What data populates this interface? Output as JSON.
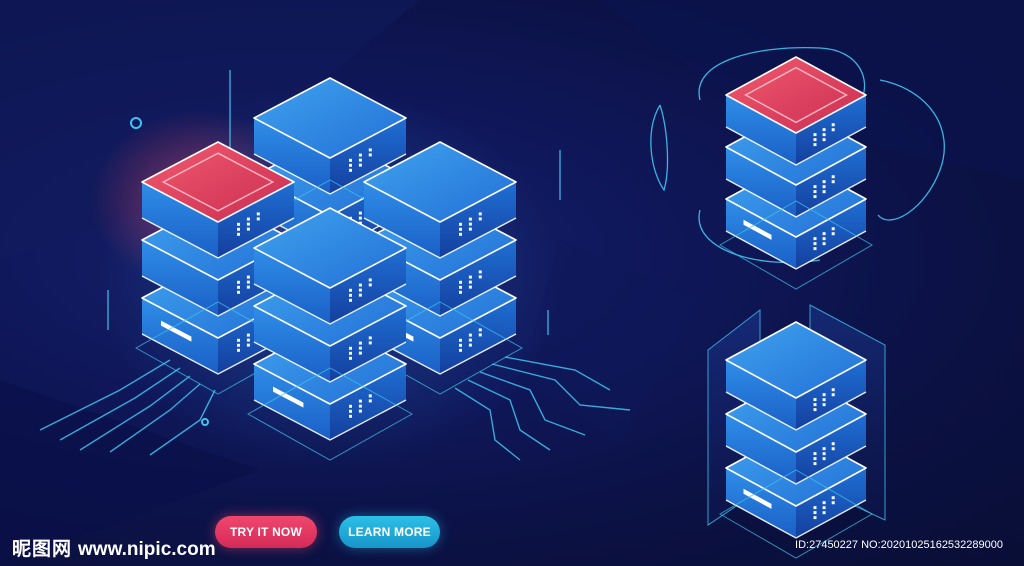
{
  "buttons": {
    "try_label": "TRY IT NOW",
    "learn_label": "LEARN MORE"
  },
  "watermark": {
    "brand_cn": "昵图网",
    "url": "www.nipic.com"
  },
  "image_id": "ID:27450227 NO:20201025162532289000",
  "illustration": {
    "subject": "isometric server racks",
    "colors": {
      "background": "#0d1240",
      "server_blue": "#1f6fd4",
      "server_top": "#2f86e3",
      "accent_red": "#e8435f",
      "glow_cyan": "#3fc4f0"
    }
  }
}
